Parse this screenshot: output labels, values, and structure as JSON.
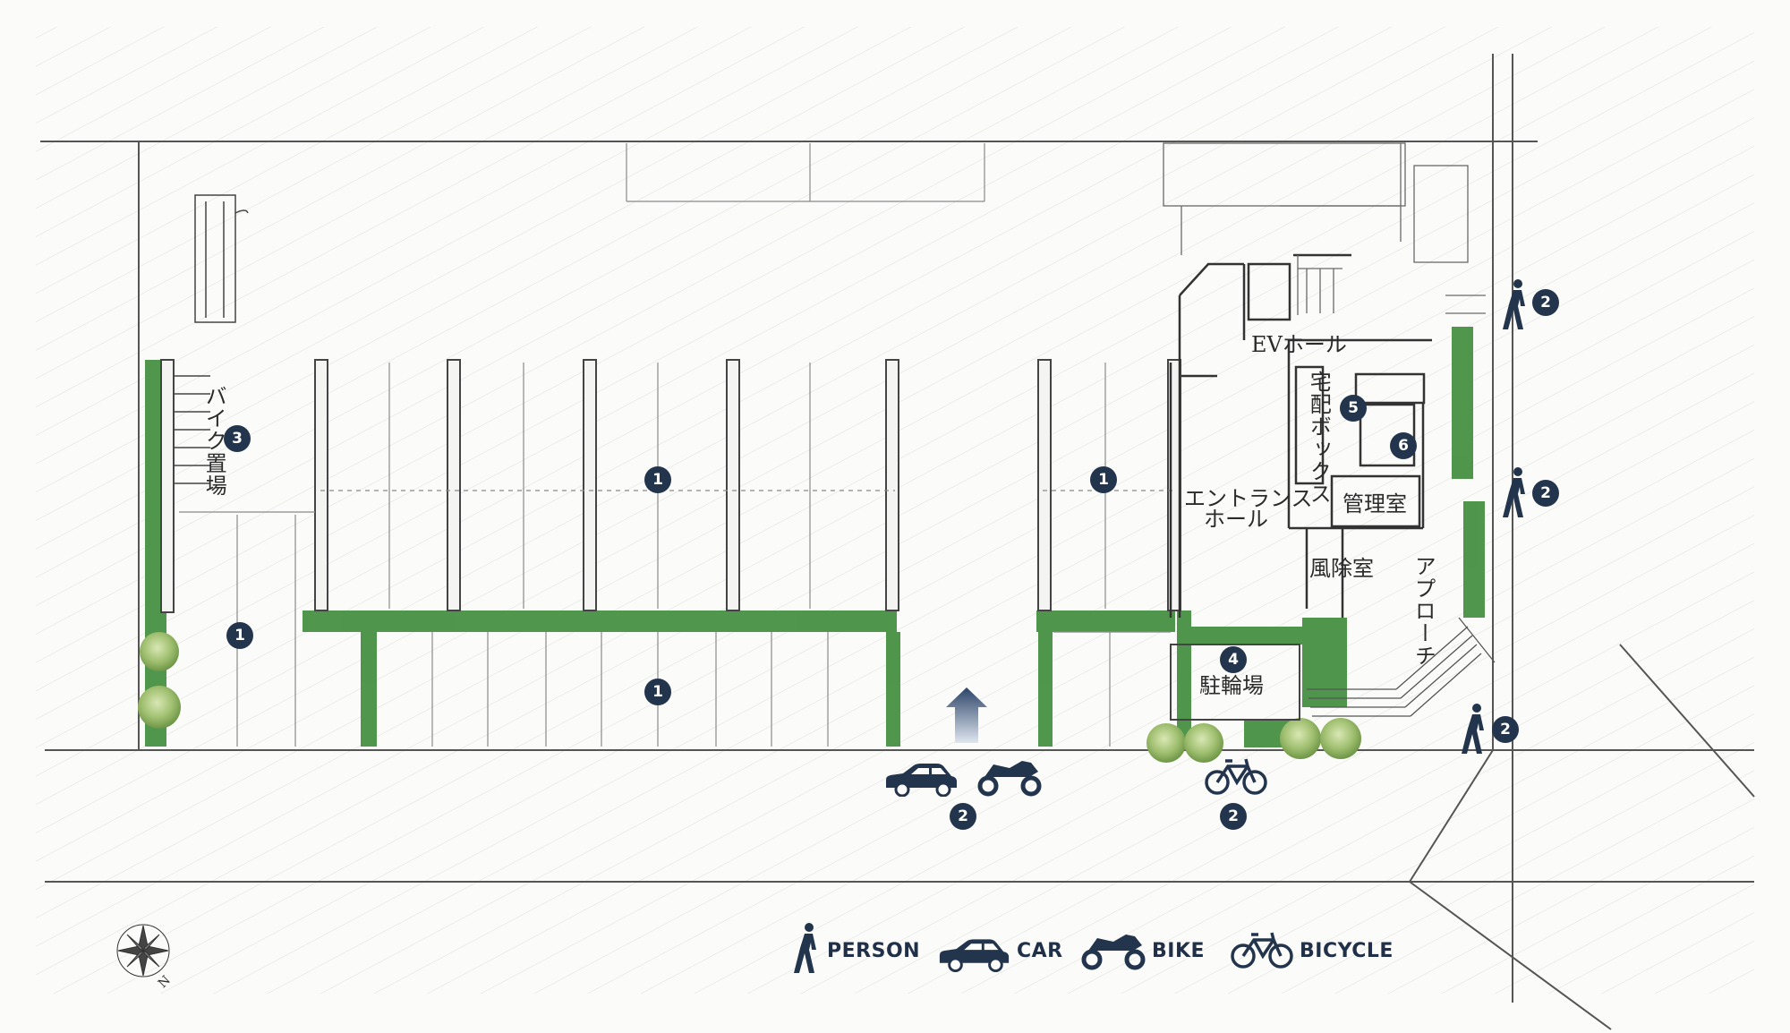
{
  "rooms": {
    "ev_hall": "EVホール",
    "delivery_box": "宅配ボックス",
    "entrance_hall_1": "エントランス",
    "entrance_hall_2": "ホール",
    "management": "管理室",
    "windbreak": "風除室",
    "approach": "アプローチ",
    "bicycle_parking": "駐輪場",
    "bike_parking": "バイク置場"
  },
  "markers": {
    "parking": "1",
    "access": "2",
    "bike_area": "3",
    "bicycle_area": "4",
    "delivery": "5",
    "marker6": "6"
  },
  "legend": {
    "person": "PERSON",
    "car": "CAR",
    "bike": "BIKE",
    "bicycle": "BICYCLE"
  },
  "compass": {
    "north": "N"
  },
  "colors": {
    "green": "#3d8c3a",
    "navy": "#23344d",
    "line": "#555555"
  },
  "icons": [
    "person-icon",
    "car-icon",
    "motorbike-icon",
    "bicycle-icon",
    "compass-rose-icon",
    "entry-arrow-icon"
  ]
}
